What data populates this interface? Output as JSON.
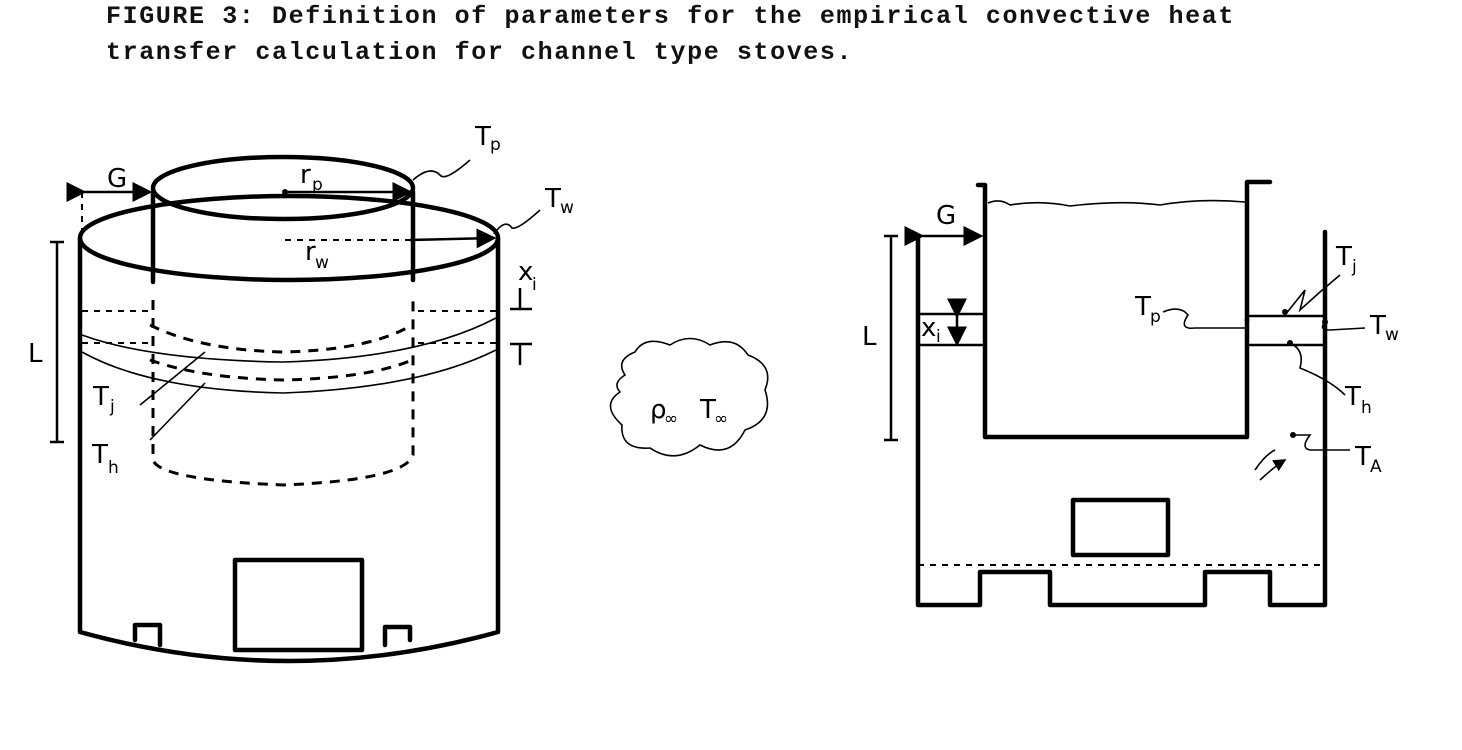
{
  "caption": {
    "line1": "FIGURE 3: Definition of parameters for the empirical convective heat",
    "line2": "transfer calculation for channel type stoves."
  },
  "left_diagram": {
    "G": "G",
    "L": "L",
    "rp": "r",
    "rp_sub": "p",
    "rw": "r",
    "rw_sub": "w",
    "Tp": "T",
    "Tp_sub": "p",
    "Tw": "T",
    "Tw_sub": "w",
    "xi": "x",
    "xi_sub": "i",
    "Tj": "T",
    "Tj_sub": "j",
    "Th": "T",
    "Th_sub": "h"
  },
  "ambient": {
    "rho": "ρ",
    "rho_sub": "∞",
    "T": "T",
    "T_sub": "∞"
  },
  "right_diagram": {
    "G": "G",
    "L": "L",
    "xi": "x",
    "xi_sub": "i",
    "Tp": "T",
    "Tp_sub": "p",
    "Tj": "T",
    "Tj_sub": "j",
    "Tw": "T",
    "Tw_sub": "w",
    "Th": "T",
    "Th_sub": "h",
    "TA": "T",
    "TA_sub": "A"
  }
}
